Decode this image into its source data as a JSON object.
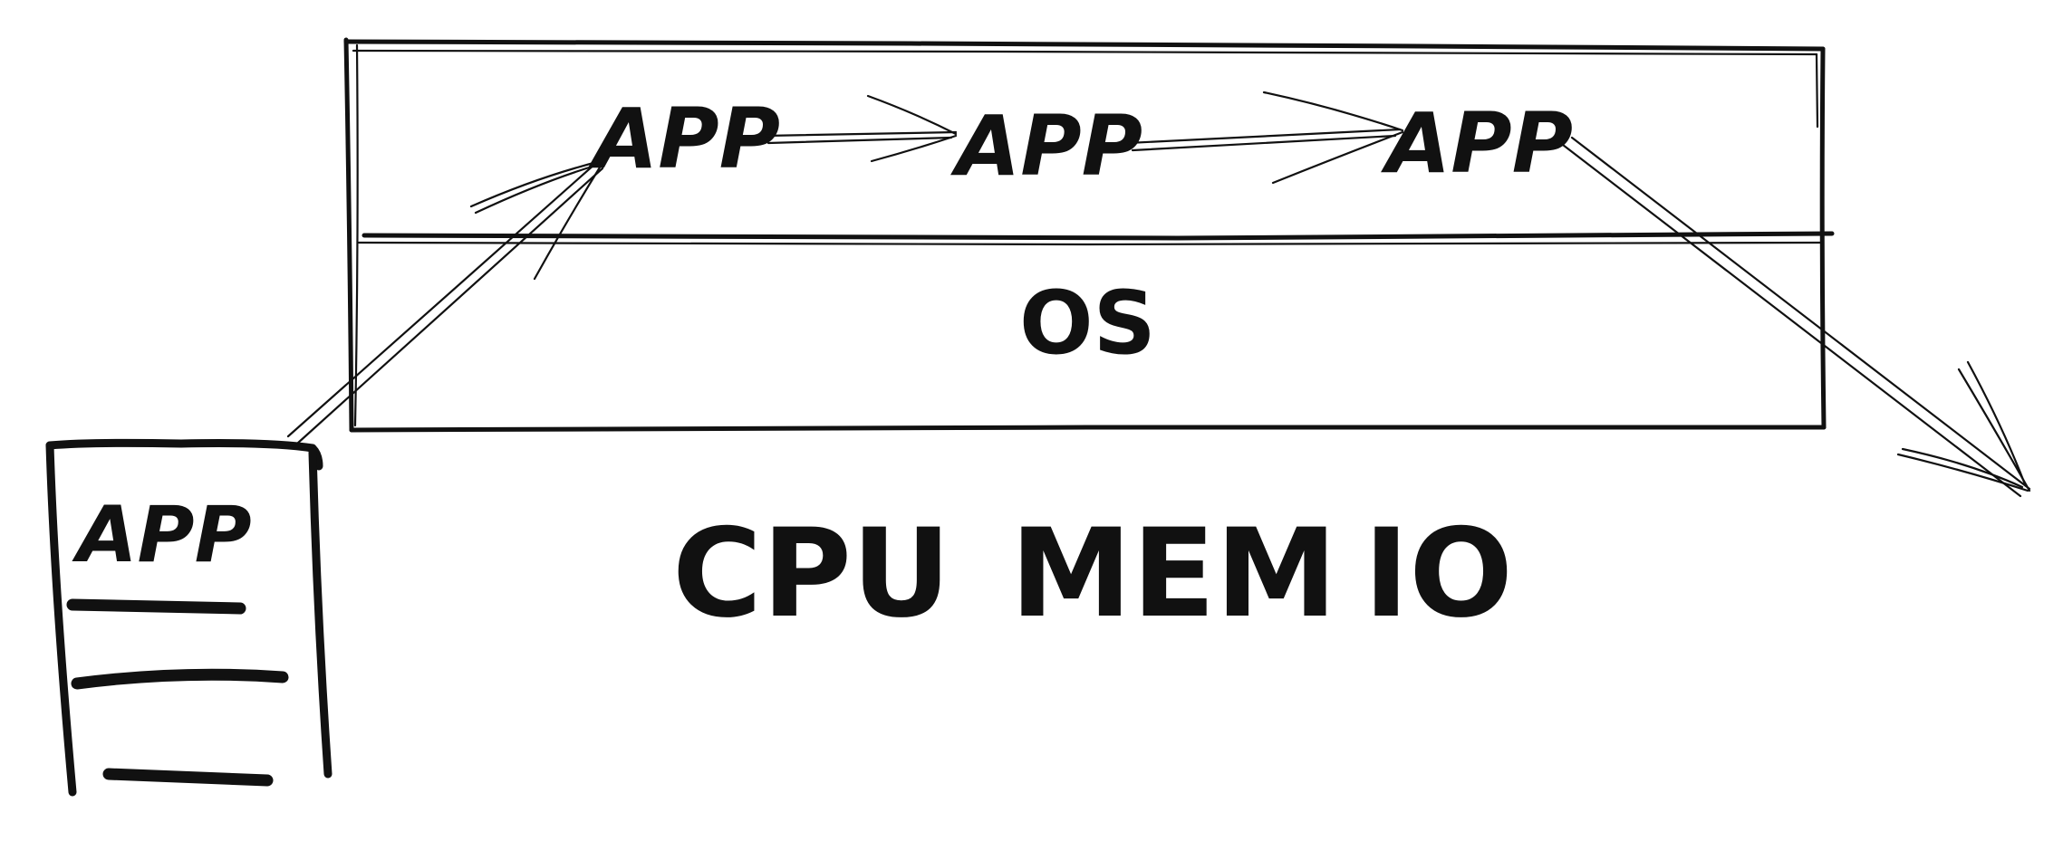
{
  "diagram": {
    "apps": [
      "APP",
      "APP",
      "APP"
    ],
    "os_label": "OS",
    "resources": [
      "CPU",
      "MEM",
      "IO"
    ],
    "disk_app_label": "APP"
  }
}
